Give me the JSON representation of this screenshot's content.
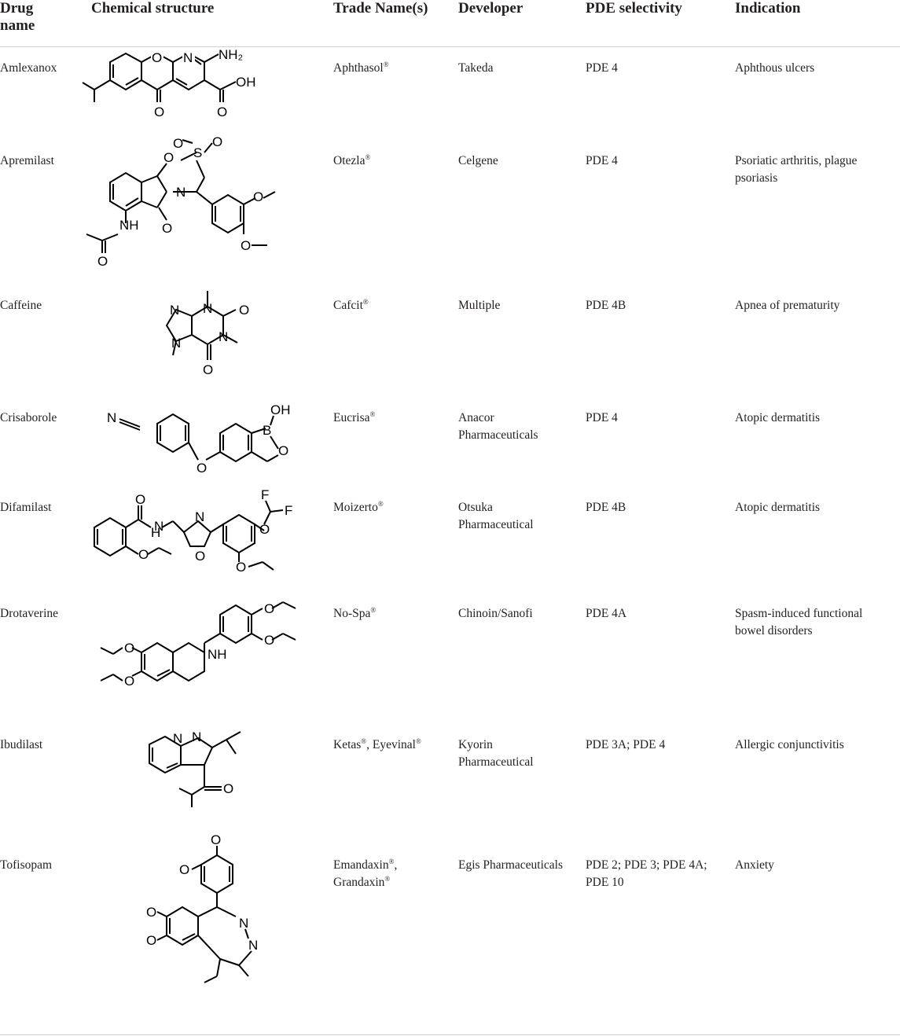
{
  "table": {
    "headers": [
      "Drug name",
      "Chemical structure",
      "Trade Name(s)",
      "Developer",
      "PDE selectivity",
      "Indication"
    ],
    "rows": [
      {
        "drug": "Amlexanox",
        "trade_names": [
          "Aphthasol"
        ],
        "developer": "Takeda",
        "pde": "PDE 4",
        "indication": "Aphthous ulcers",
        "structure_label": "amlexanox-structure"
      },
      {
        "drug": "Apremilast",
        "trade_names": [
          "Otezla"
        ],
        "developer": "Celgene",
        "pde": "PDE 4",
        "indication": "Psoriatic arthritis, plague psoriasis",
        "structure_label": "apremilast-structure"
      },
      {
        "drug": "Caffeine",
        "trade_names": [
          "Cafcit"
        ],
        "developer": "Multiple",
        "pde": "PDE 4B",
        "indication": "Apnea of prematurity",
        "structure_label": "caffeine-structure"
      },
      {
        "drug": "Crisaborole",
        "trade_names": [
          "Eucrisa"
        ],
        "developer": "Anacor Pharmaceuticals",
        "pde": "PDE 4",
        "indication": "Atopic dermatitis",
        "structure_label": "crisaborole-structure"
      },
      {
        "drug": "Difamilast",
        "trade_names": [
          "Moizerto"
        ],
        "developer": "Otsuka Pharmaceutical",
        "pde": "PDE 4B",
        "indication": "Atopic dermatitis",
        "structure_label": "difamilast-structure"
      },
      {
        "drug": "Drotaverine",
        "trade_names": [
          "No-Spa"
        ],
        "developer": "Chinoin/Sanofi",
        "pde": "PDE 4A",
        "indication": "Spasm-induced functional bowel disorders",
        "structure_label": "drotaverine-structure"
      },
      {
        "drug": "Ibudilast",
        "trade_names": [
          "Ketas",
          "Eyevinal"
        ],
        "developer": "Kyorin Pharmaceutical",
        "pde": "PDE 3A; PDE 4",
        "indication": "Allergic conjunctivitis",
        "structure_label": "ibudilast-structure"
      },
      {
        "drug": "Tofisopam",
        "trade_names": [
          "Emandaxin",
          "Grandaxin"
        ],
        "developer": "Egis Pharmaceuticals",
        "pde": "PDE 2; PDE 3; PDE 4A; PDE 10",
        "indication": "Anxiety",
        "structure_label": "tofisopam-structure"
      }
    ],
    "trademark_symbol": "®",
    "atom_labels": {
      "amlexanox": [
        "O",
        "N",
        "NH₂",
        "OH",
        "O",
        "O"
      ],
      "apremilast": [
        "O",
        "S",
        "O",
        "O",
        "N",
        "O",
        "NH",
        "O",
        "O",
        "O"
      ],
      "caffeine": [
        "N",
        "N",
        "O",
        "N",
        "N",
        "O"
      ],
      "crisaborole": [
        "N",
        "OH",
        "B",
        "O",
        "O"
      ],
      "difamilast": [
        "O",
        "N",
        "H",
        "N",
        "O",
        "F",
        "F",
        "O",
        "O",
        "O"
      ],
      "drotaverine": [
        "O",
        "O",
        "O",
        "O",
        "NH"
      ],
      "ibudilast": [
        "N",
        "N",
        "O"
      ],
      "tofisopam": [
        "O",
        "O",
        "O",
        "O",
        "N",
        "N"
      ]
    }
  }
}
